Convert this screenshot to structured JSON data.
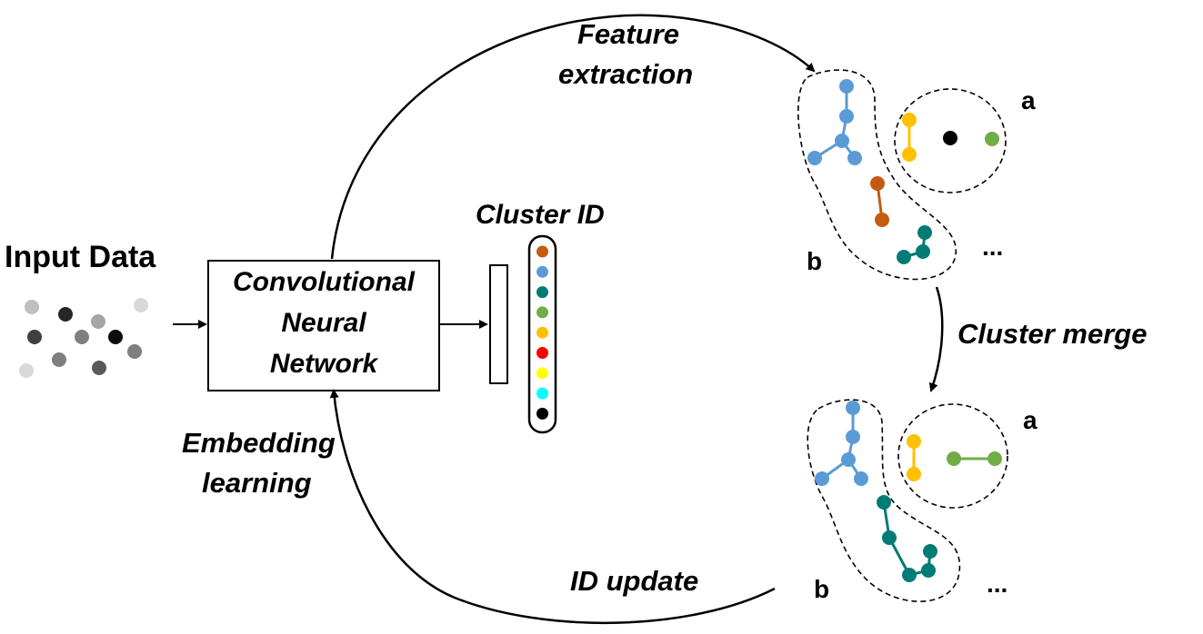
{
  "labels": {
    "input_data": "Input Data",
    "cnn_line1": "Convolutional",
    "cnn_line2": "Neural",
    "cnn_line3": "Network",
    "cluster_id": "Cluster ID",
    "feature_extraction_1": "Feature",
    "feature_extraction_2": "extraction",
    "cluster_merge": "Cluster merge",
    "embedding_learning_1": "Embedding",
    "embedding_learning_2": "learning",
    "id_update": "ID update",
    "top_a": "a",
    "top_b": "b",
    "top_ellipsis": "...",
    "bottom_a": "a",
    "bottom_b": "b",
    "bottom_ellipsis": "..."
  },
  "colors": {
    "brown": "#c55a11",
    "blue": "#5b9bd5",
    "teal": "#007b76",
    "green": "#70ad47",
    "orange": "#ffc000",
    "red": "#ff0000",
    "yellow": "#ffff00",
    "cyan": "#00ffff",
    "black": "#000000"
  },
  "cluster_id_colors": [
    "brown",
    "blue",
    "teal",
    "green",
    "orange",
    "red",
    "yellow",
    "cyan",
    "black"
  ]
}
